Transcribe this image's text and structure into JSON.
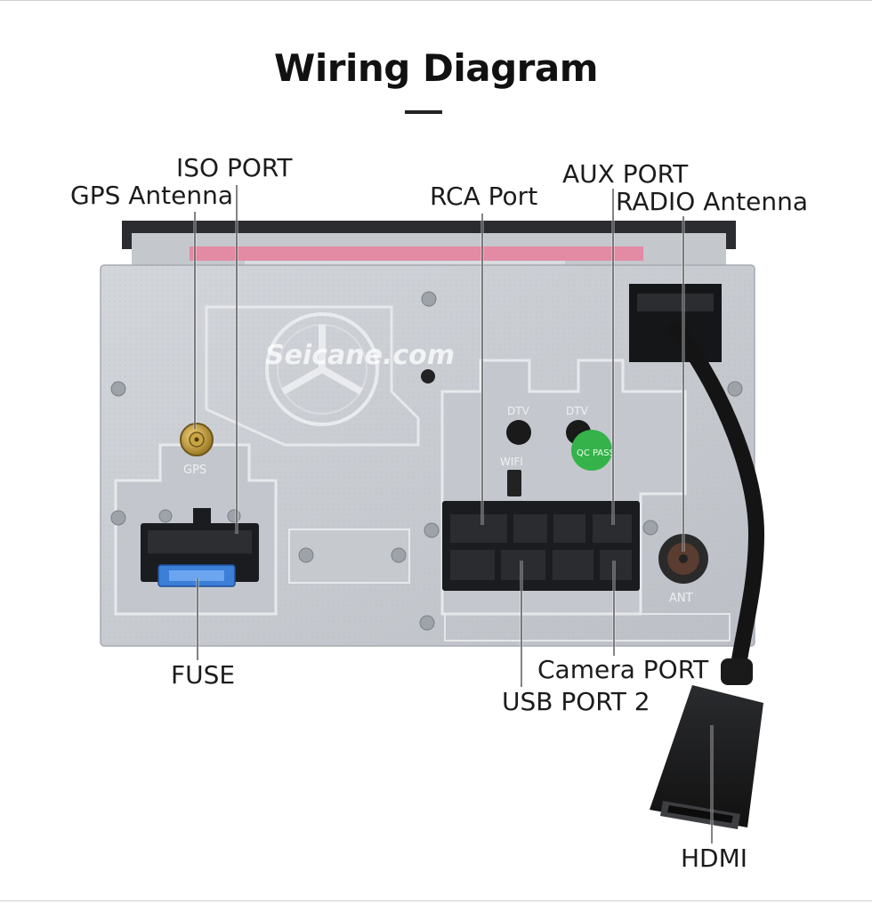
{
  "title": "Wiring Diagram",
  "watermark": "Seicane.com",
  "panel_marks": {
    "gps": "GPS",
    "dtv1": "DTV",
    "dtv2": "DTV",
    "wifi": "WIFI",
    "ant": "ANT",
    "qc": "QC PASS"
  },
  "callouts": {
    "iso_port": "ISO PORT",
    "gps_antenna": "GPS Antenna",
    "rca_port": "RCA Port",
    "aux_port": "AUX PORT",
    "radio_antenna": "RADIO Antenna",
    "fuse": "FUSE",
    "camera_port": "Camera PORT",
    "usb_port_2": "USB PORT 2",
    "hdmi": "HDMI"
  },
  "colors": {
    "panel": "#c9cdd3",
    "panel_shade": "#b2b6bd",
    "fuse_blue": "#3b7fd6",
    "sticker_pink": "#e38aa4",
    "qc_green": "#35b24a",
    "connector": "#1b1c1f",
    "cable": "#141414"
  }
}
